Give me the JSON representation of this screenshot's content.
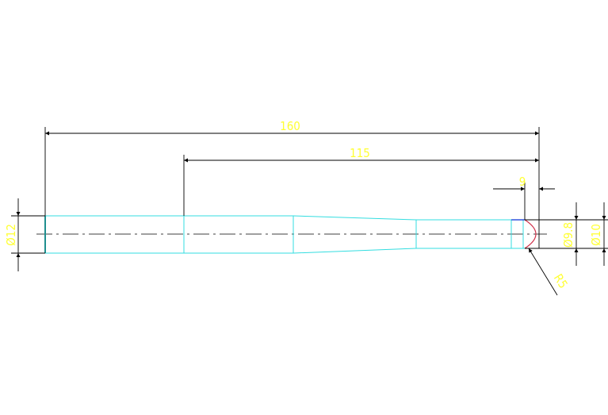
{
  "colors": {
    "paper": "#ffffff",
    "dim_line": "#000000",
    "dim_text": "#ffff33",
    "part_outline": "#33dde0",
    "part_left_face": "#1f8f8f",
    "part_tip_top": "#3355dd",
    "arc": "#d0304a",
    "centerline": "#000000"
  },
  "dimensions": {
    "overall_length": "160",
    "partial_length": "115",
    "tip_length": "9",
    "left_diameter": "Ø12",
    "right_diameter_inner": "Ø9.8",
    "right_diameter_outer": "Ø10",
    "tip_radius": "R5"
  }
}
